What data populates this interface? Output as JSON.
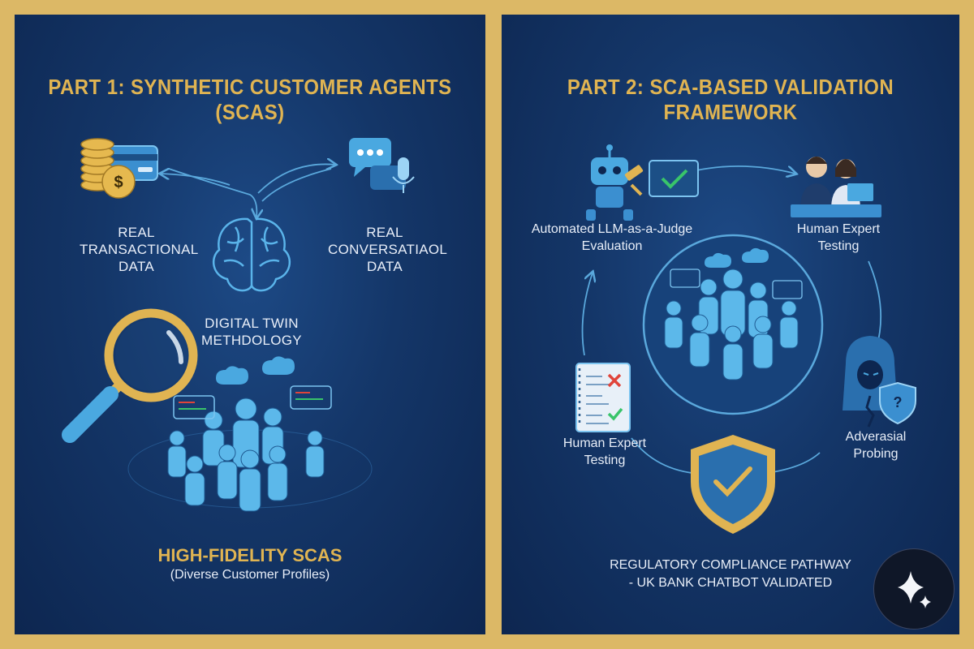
{
  "left": {
    "title": "PART 1: SYNTHETIC CUSTOMER AGENTS (SCAS)",
    "transactional_label": [
      "REAL",
      "TRANSACTIONAL",
      "DATA"
    ],
    "conversational_label": [
      "REAL",
      "CONVERSATIAOL",
      "DATA"
    ],
    "digital_twin_label": [
      "DIGITAL TWIN",
      "METHDOLOGY"
    ],
    "output_title": "HIGH-FIDELITY SCAS",
    "output_subtitle": "(Diverse Customer Profiles)"
  },
  "right": {
    "title": "PART 2: SCA-BASED VALIDATION FRAMEWORK",
    "llm_judge_label": [
      "Automated LLM-as-a-Judge",
      "Evaluation"
    ],
    "human_expert_top_label": [
      "Human Expert",
      "Testing"
    ],
    "adversarial_label": [
      "Adverasial",
      "Probing"
    ],
    "human_expert_bottom_label": [
      "Human Expert",
      "Testing"
    ],
    "regulatory_label": [
      "REGULATORY COMPLIANCE PATHWAY",
      "- UK BANK CHATBOT VALIDATED"
    ]
  },
  "colors": {
    "gold": "#e0b452",
    "icon_blue": "#4aa8e0",
    "panel_bg": "#143668",
    "green_check": "#39c46a",
    "red_cross": "#e0443a"
  },
  "icons": [
    "coins-card-icon",
    "chat-mic-icon",
    "brain-icon",
    "magnifier-icon",
    "robot-judge-icon",
    "experts-desk-icon",
    "hooded-hacker-icon",
    "checklist-icon",
    "shield-check-icon",
    "sparkle-icon"
  ]
}
